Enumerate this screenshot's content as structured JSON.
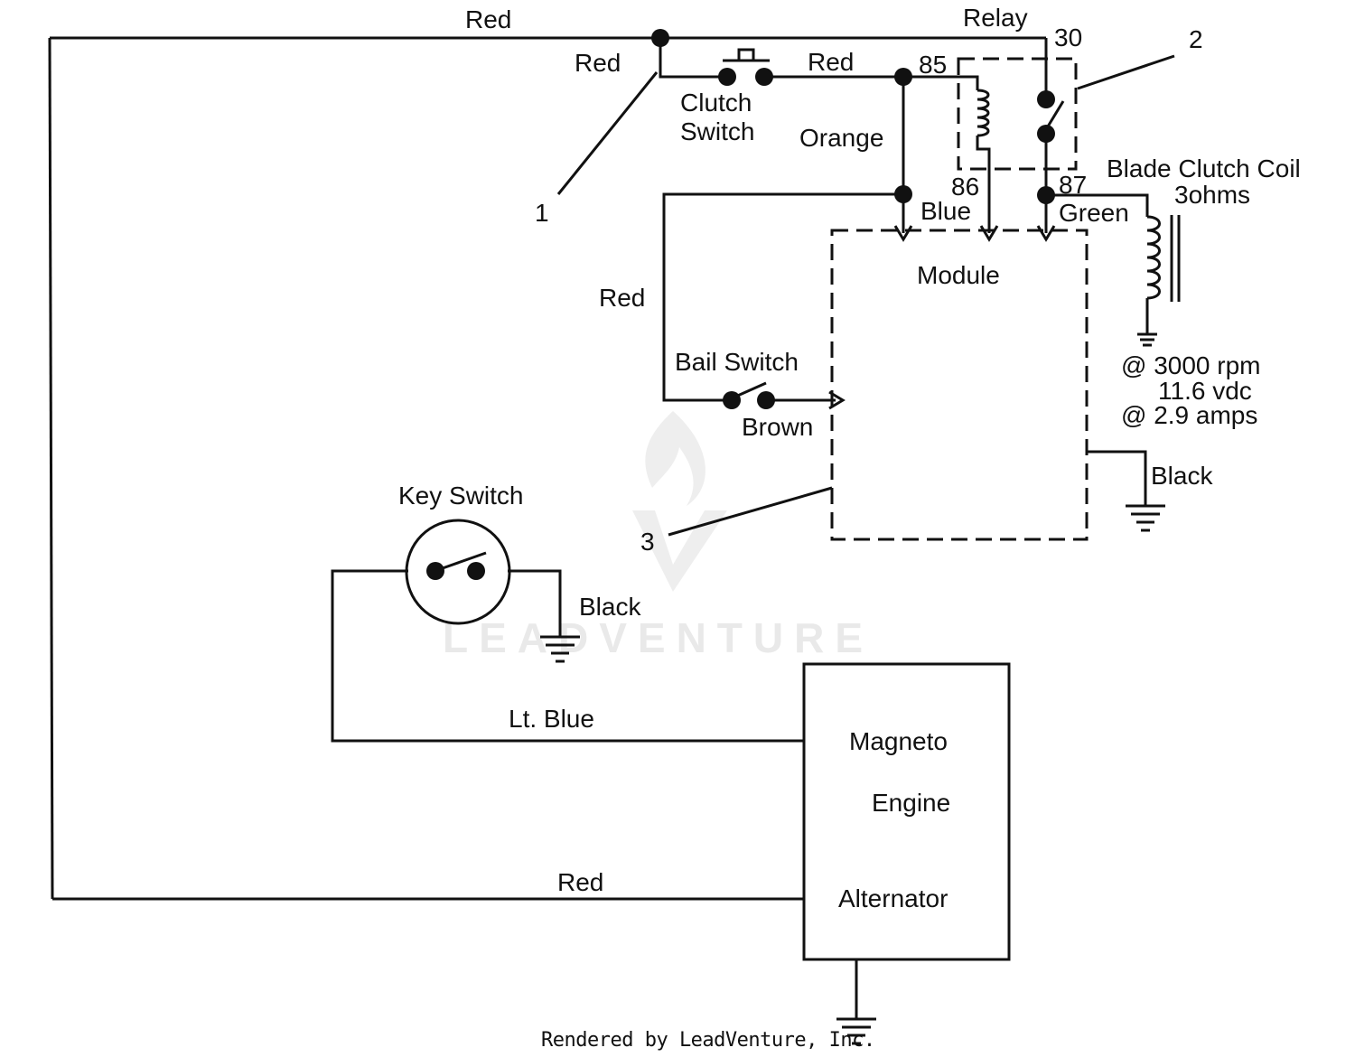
{
  "labels": {
    "red_top": "Red",
    "relay": "Relay",
    "red_clutch": "Red",
    "clutch_switch_line1": "Clutch",
    "clutch_switch_line2": "Switch",
    "red_relay": "Red",
    "terminal_85": "85",
    "terminal_30": "30",
    "callout_2": "2",
    "orange": "Orange",
    "callout_1": "1",
    "terminal_86": "86",
    "blue": "Blue",
    "terminal_87": "87",
    "green": "Green",
    "blade_clutch_coil": "Blade Clutch Coil",
    "coil_ohms": "3ohms",
    "module": "Module",
    "red_bail": "Red",
    "bail_switch": "Bail Switch",
    "brown": "Brown",
    "spec_rpm": "@ 3000 rpm",
    "spec_vdc": "11.6 vdc",
    "spec_amps": "@ 2.9 amps",
    "black_module": "Black",
    "callout_3": "3",
    "key_switch": "Key Switch",
    "black_key": "Black",
    "lt_blue": "Lt. Blue",
    "magneto": "Magneto",
    "engine": "Engine",
    "red_alternator": "Red",
    "alternator": "Alternator",
    "credit": "Rendered by LeadVenture, Inc.",
    "watermark": "LEADVENTURE"
  },
  "colors": {
    "ink": "#111111",
    "watermark": "#e9e9e9",
    "background": "#ffffff"
  }
}
